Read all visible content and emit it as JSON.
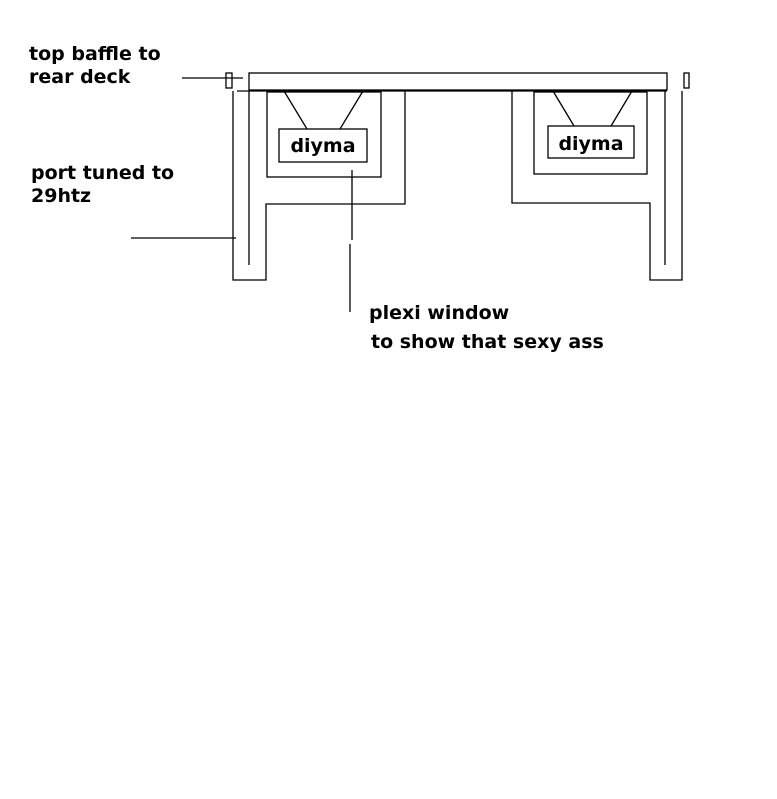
{
  "annotations": {
    "top_baffle": [
      "top baffle to",
      "rear deck"
    ],
    "port_tuned": [
      "port tuned to",
      "29htz"
    ],
    "plexi_window": [
      "plexi window",
      "to show that sexy ass"
    ]
  },
  "subwoofers": {
    "left_label": "diyma",
    "right_label": "diyma"
  }
}
